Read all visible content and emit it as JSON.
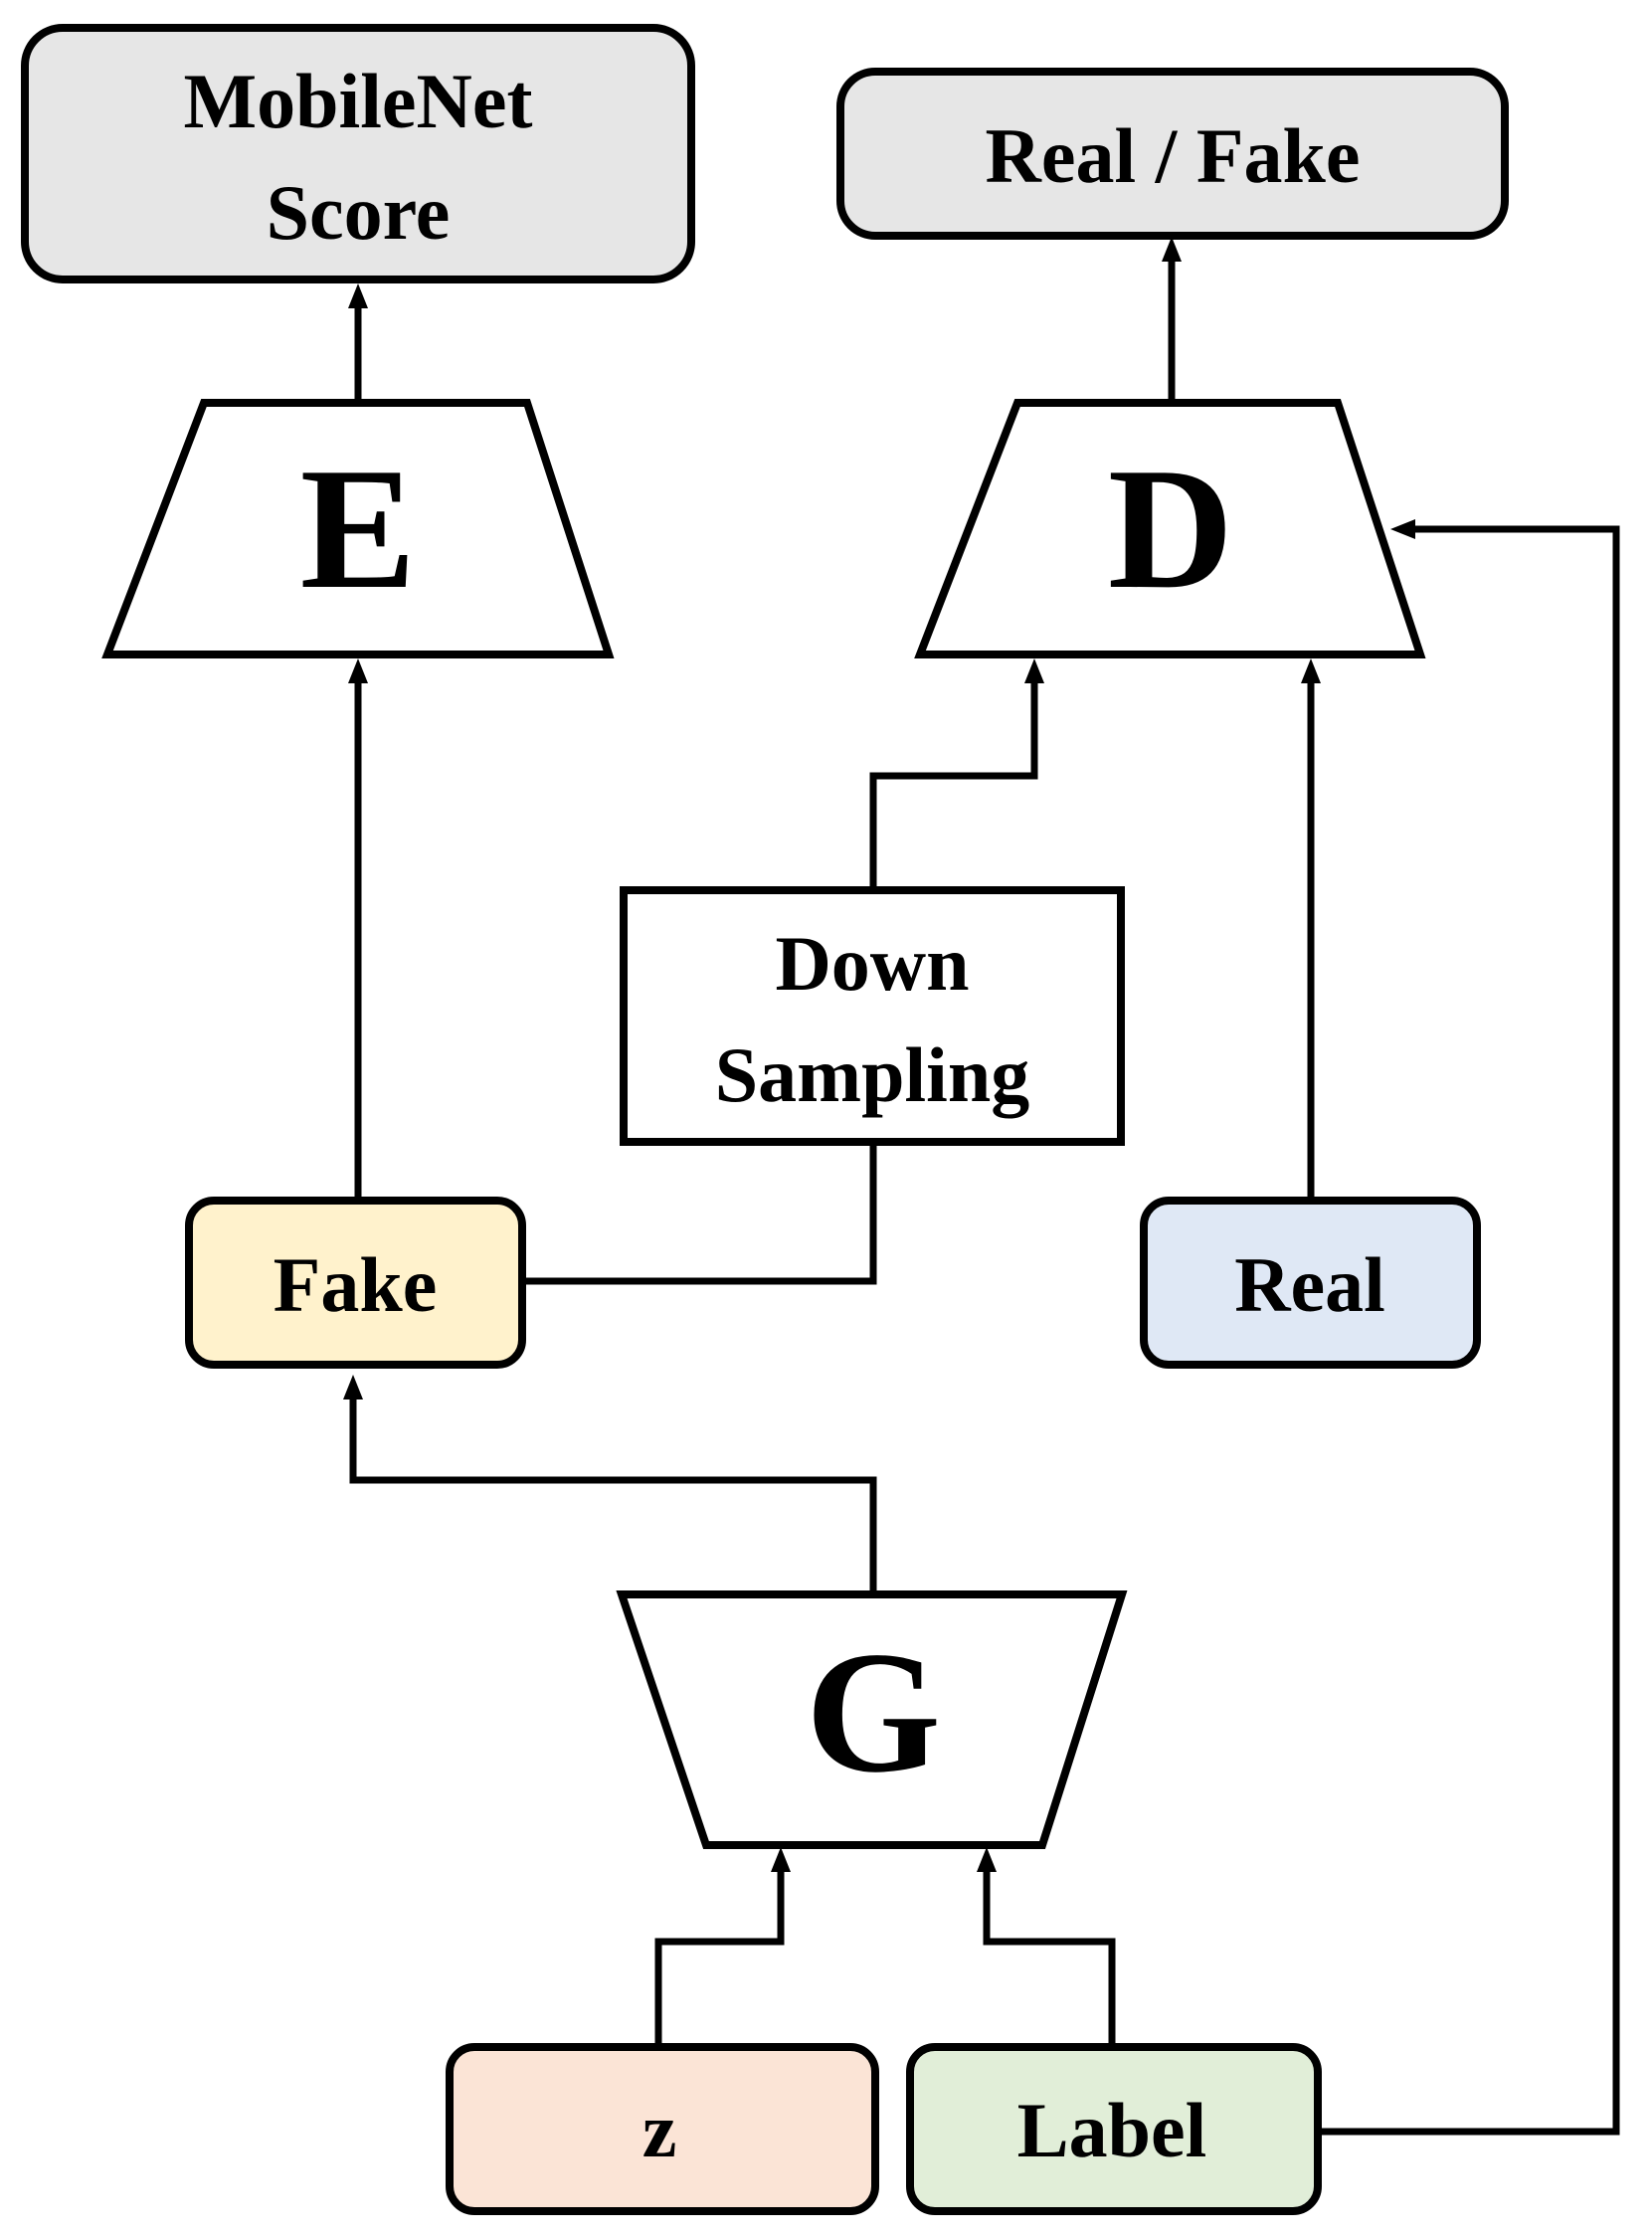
{
  "nodes": {
    "mobilenet_score": {
      "lines": [
        "MobileNet",
        "Score"
      ],
      "fill": "#e6e6e6"
    },
    "real_fake": {
      "text": "Real / Fake",
      "fill": "#e6e6e6"
    },
    "encoder": {
      "text": "E"
    },
    "discriminator": {
      "text": "D"
    },
    "down_sampling": {
      "lines": [
        "Down",
        "Sampling"
      ],
      "fill": "#ffffff"
    },
    "fake": {
      "text": "Fake",
      "fill": "#fff2cc"
    },
    "real": {
      "text": "Real",
      "fill": "#dfe8f5"
    },
    "generator": {
      "text": "G"
    },
    "z": {
      "text": "z",
      "fill": "#fbe4d6"
    },
    "label": {
      "text": "Label",
      "fill": "#e1eed8"
    }
  },
  "edges": [
    {
      "from": "encoder",
      "to": "mobilenet_score"
    },
    {
      "from": "discriminator",
      "to": "real_fake"
    },
    {
      "from": "fake",
      "to": "encoder"
    },
    {
      "from": "fake",
      "to": "down_sampling"
    },
    {
      "from": "down_sampling",
      "to": "discriminator"
    },
    {
      "from": "real",
      "to": "discriminator"
    },
    {
      "from": "label",
      "to": "discriminator"
    },
    {
      "from": "generator",
      "to": "fake"
    },
    {
      "from": "z",
      "to": "generator"
    },
    {
      "from": "label",
      "to": "generator"
    }
  ]
}
